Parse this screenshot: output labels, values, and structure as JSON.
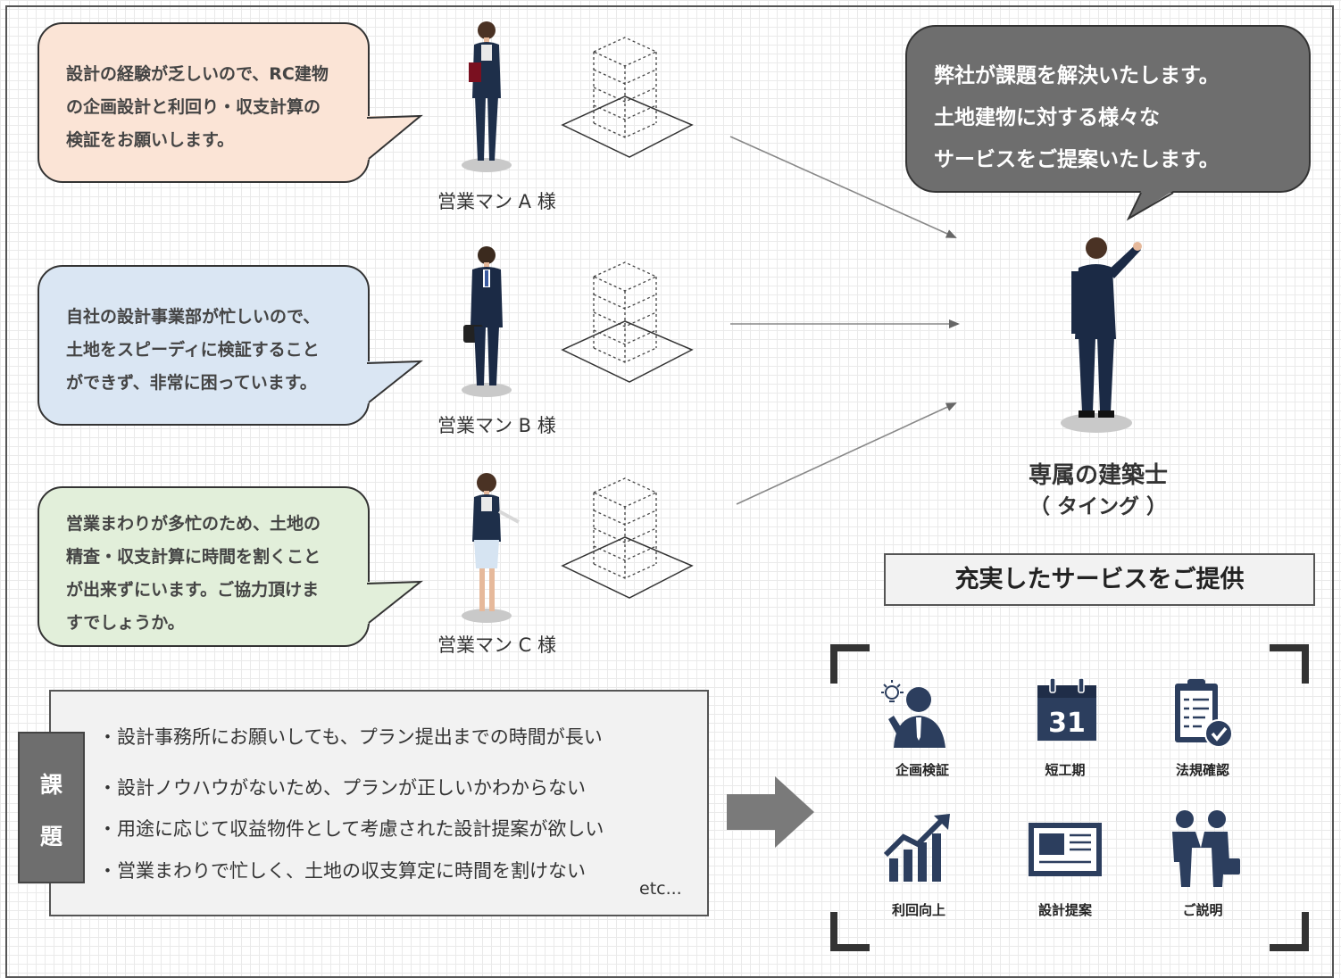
{
  "bubbles": [
    {
      "lines": [
        "設計の経験が乏しいので、RC建物",
        "の企画設計と利回り・収支計算の",
        "検証をお願いします。"
      ],
      "color": "#fbe4d6"
    },
    {
      "lines": [
        "自社の設計事業部が忙しいので、",
        "土地をスピーディに検証すること",
        "ができず、非常に困っています。"
      ],
      "color": "#dae6f3"
    },
    {
      "lines": [
        "営業まわりが多忙のため、土地の",
        "精査・収支計算に時間を割くこと",
        "が出来ずにいます。ご協力頂けま",
        "すでしょうか。"
      ],
      "color": "#e2efda"
    }
  ],
  "people": [
    "営業マン A 様",
    "営業マン B 様",
    "営業マン C 様"
  ],
  "architect": {
    "speech": [
      "弊社が課題を解決いたします。",
      "土地建物に対する様々な",
      "サービスをご提案いたします。"
    ],
    "title": "専属の建築士",
    "subtitle": "（ タイング ）"
  },
  "services": {
    "heading": "充実したサービスをご提供",
    "items": [
      {
        "label": "企画検証",
        "icon": "idea-person-icon"
      },
      {
        "label": "短工期",
        "icon": "calendar-icon",
        "icon_text": "31"
      },
      {
        "label": "法規確認",
        "icon": "checklist-icon"
      },
      {
        "label": "利回向上",
        "icon": "growth-chart-icon"
      },
      {
        "label": "設計提案",
        "icon": "document-layout-icon"
      },
      {
        "label": "ご説明",
        "icon": "handshake-icon"
      }
    ]
  },
  "issues": {
    "tag": [
      "課",
      "題"
    ],
    "items": [
      "・設計事務所にお願いしても、プラン提出までの時間が長い",
      "・設計ノウハウがないため、プランが正しいかわからない",
      "・用途に応じて収益物件として考慮された設計提案が欲しい",
      "・営業まわりで忙しく、土地の収支算定に時間を割けない"
    ],
    "etc": "etc..."
  },
  "colors": {
    "dark_gray": "#6e6e6e",
    "navy": "#2c3e5e",
    "box_gray": "#f2f2f2"
  }
}
